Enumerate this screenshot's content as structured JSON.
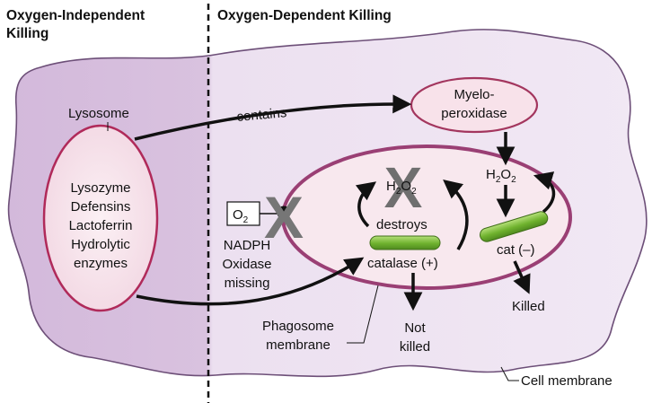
{
  "headers": {
    "independent_line1": "Oxygen-Independent",
    "independent_line2": "Killing",
    "dependent": "Oxygen-Dependent Killing"
  },
  "lysosome": {
    "label": "Lysosome",
    "contents": [
      "Lysozyme",
      "Defensins",
      "Lactoferrin",
      "Hydrolytic",
      "enzymes"
    ]
  },
  "contains_label": "contains",
  "myeloperoxidase": {
    "line1": "Myelo-",
    "line2": "peroxidase"
  },
  "o2": {
    "base": "O",
    "sub": "2"
  },
  "h2o2": {
    "base": "H",
    "sub1": "2",
    "mid": "O",
    "sub2": "2"
  },
  "nadph": {
    "line1": "NADPH",
    "line2": "Oxidase",
    "line3": "missing"
  },
  "phagosome": {
    "destroys": "destroys",
    "catalase_pos": "catalase (+)",
    "cat_neg": "cat (–)",
    "not_killed_line1": "Not",
    "not_killed_line2": "killed",
    "killed": "Killed"
  },
  "phagosome_membrane": {
    "line1": "Phagosome",
    "line2": "membrane"
  },
  "cell_membrane": "Cell membrane",
  "colors": {
    "cytoplasm_left": "#d9c2df",
    "cytoplasm_right": "#efe4f2",
    "cell_outline": "#7a5a85",
    "lysosome_fill": "#f7e4ec",
    "lysosome_stroke": "#b02a5a",
    "phagosome_fill": "#f8e9ef",
    "phagosome_stroke": "#9a3f74",
    "bacterium": "#7cbf3a",
    "x_mark": "#777777"
  }
}
